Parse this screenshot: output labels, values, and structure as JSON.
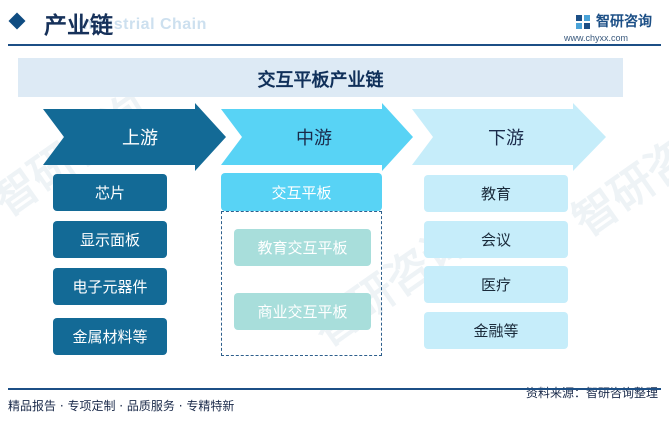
{
  "header": {
    "title": "产业链",
    "subtitle": "Industrial Chain",
    "logo_name": "智研咨询",
    "logo_url": "www.chyxx.com"
  },
  "banner_title": "交互平板产业链",
  "stages": [
    {
      "label": "上游",
      "color": "#136a96"
    },
    {
      "label": "中游",
      "color": "#58d3f5"
    },
    {
      "label": "下游",
      "color": "#c6edfa"
    }
  ],
  "upstream": [
    "芯片",
    "显示面板",
    "电子元器件",
    "金属材料等"
  ],
  "midstream": {
    "head": "交互平板",
    "items": [
      "教育交互平板",
      "商业交互平板"
    ]
  },
  "downstream": [
    "教育",
    "会议",
    "医疗",
    "金融等"
  ],
  "watermark": "智研咨询",
  "footer": {
    "left": "精品报告 · 专项定制 · 品质服务 · 专精特新",
    "right": "资料来源：智研咨询整理"
  }
}
